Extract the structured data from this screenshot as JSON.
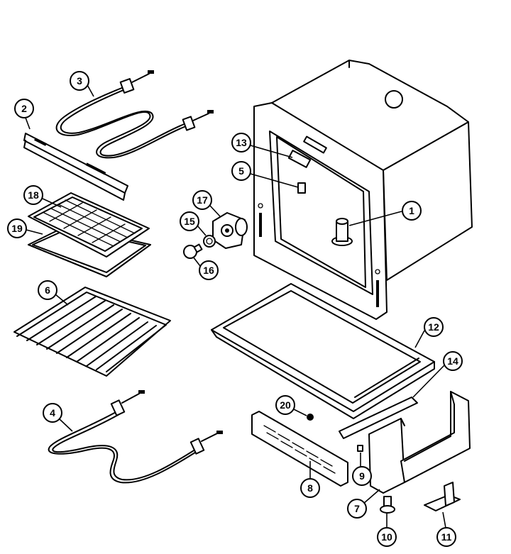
{
  "callouts": [
    {
      "part": "cavity-bottom-bake-inlet",
      "label": "1"
    },
    {
      "part": "broil-element-bracket",
      "label": "2"
    },
    {
      "part": "broil-element",
      "label": "3"
    },
    {
      "part": "bake-element",
      "label": "4"
    },
    {
      "part": "cavity-clip",
      "label": "5"
    },
    {
      "part": "oven-rack",
      "label": "6"
    },
    {
      "part": "side-bracket",
      "label": "7"
    },
    {
      "part": "front-trim-panel",
      "label": "8"
    },
    {
      "part": "screw",
      "label": "9"
    },
    {
      "part": "leveling-leg",
      "label": "10"
    },
    {
      "part": "anti-tip-bracket",
      "label": "11"
    },
    {
      "part": "bottom-pan",
      "label": "12"
    },
    {
      "part": "vent-clip",
      "label": "13"
    },
    {
      "part": "support-rail",
      "label": "14"
    },
    {
      "part": "lamp-socket",
      "label": "15"
    },
    {
      "part": "light-bulb",
      "label": "16"
    },
    {
      "part": "lamp-receptacle",
      "label": "17"
    },
    {
      "part": "broil-pan-insert",
      "label": "18"
    },
    {
      "part": "broil-pan",
      "label": "19"
    },
    {
      "part": "nut",
      "label": "20"
    }
  ]
}
